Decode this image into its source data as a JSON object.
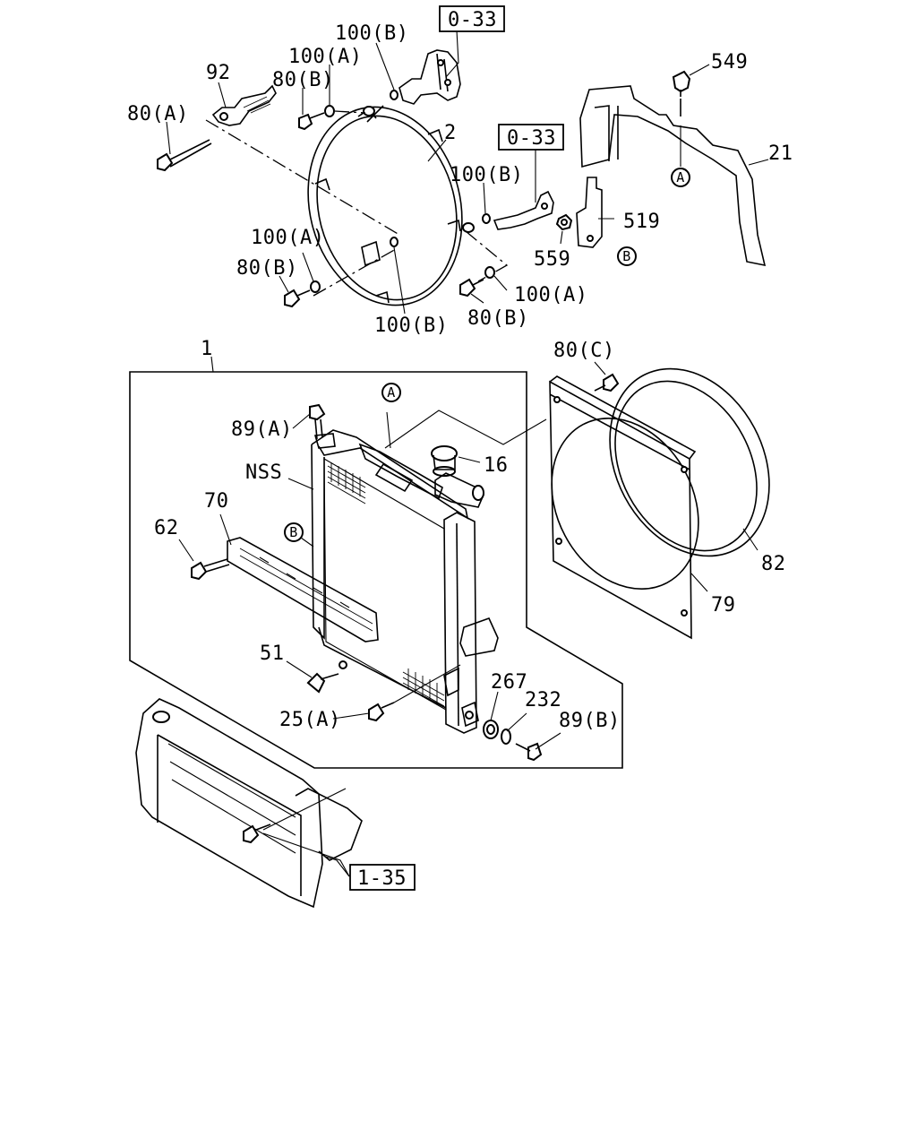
{
  "labels": {
    "l_0_33_top": "0-33",
    "l_100b_top": "100(B)",
    "l_100a_top": "100(A)",
    "l_92": "92",
    "l_80b_top": "80(B)",
    "l_80a": "80(A)",
    "l_2": "2",
    "l_549": "549",
    "l_21": "21",
    "l_0_33_mid": "0-33",
    "l_100b_mid": "100(B)",
    "l_519": "519",
    "l_559": "559",
    "l_100a_left": "100(A)",
    "l_80b_left": "80(B)",
    "l_100a_right": "100(A)",
    "l_100b_bottom": "100(B)",
    "l_80b_bottom": "80(B)",
    "l_1": "1",
    "l_80c": "80(C)",
    "l_89a": "89(A)",
    "l_16": "16",
    "l_nss": "NSS",
    "l_70": "70",
    "l_62": "62",
    "l_82": "82",
    "l_79": "79",
    "l_51": "51",
    "l_267": "267",
    "l_232": "232",
    "l_89b": "89(B)",
    "l_25a": "25(A)",
    "l_1_35": "1-35"
  },
  "markers": {
    "a_shroud": "A",
    "b_bracket": "B",
    "a_radiator": "A",
    "b_radiator": "B"
  }
}
